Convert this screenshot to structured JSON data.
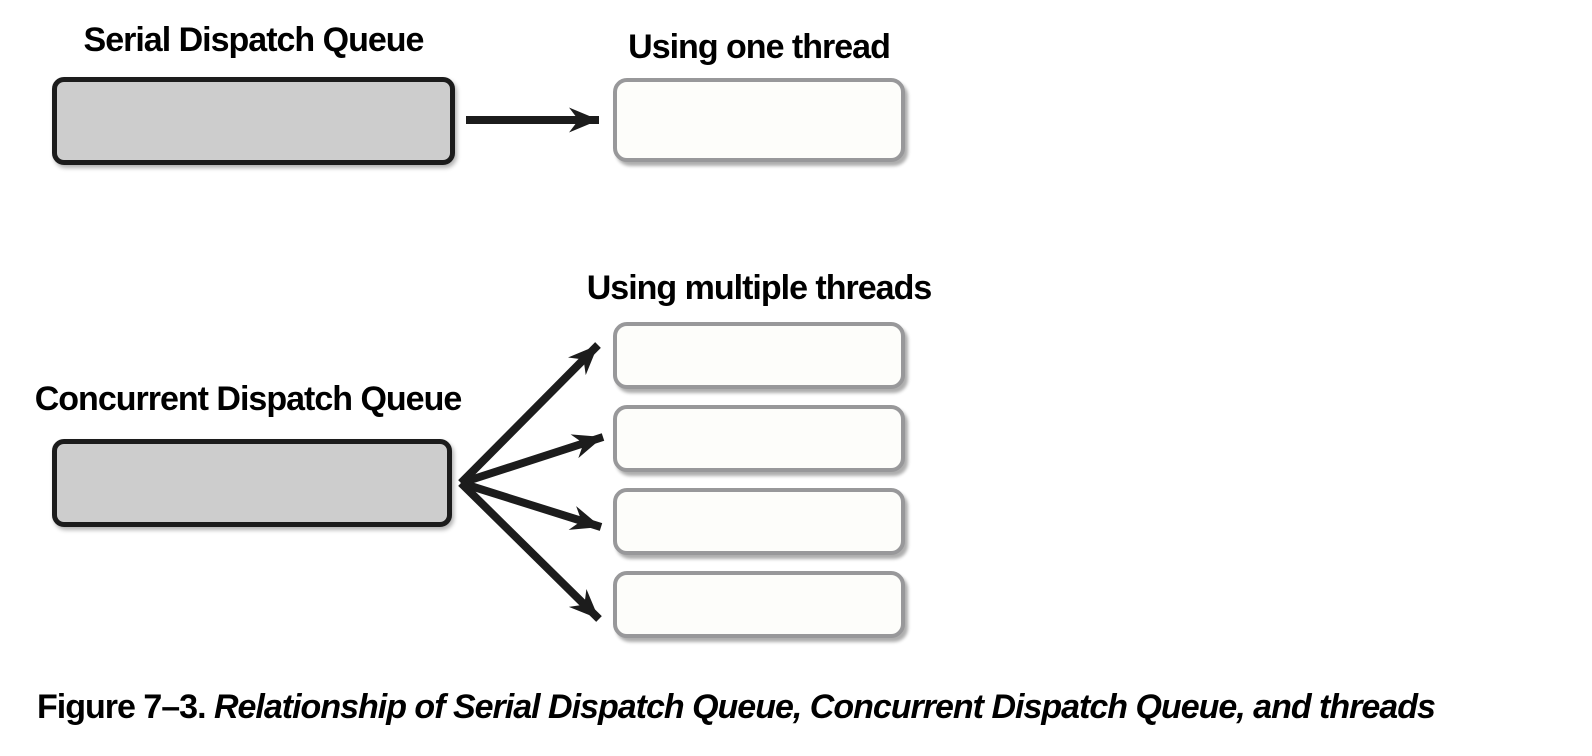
{
  "figure": {
    "serial": {
      "queue_label": "Serial Dispatch Queue",
      "thread_label": "Using one thread",
      "thread_box_count": 1
    },
    "concurrent": {
      "queue_label": "Concurrent Dispatch Queue",
      "thread_label": "Using multiple threads",
      "thread_box_count": 4
    },
    "caption": {
      "label": "Figure 7–3.",
      "text": "Relationship of Serial Dispatch Queue, Concurrent Dispatch Queue, and threads"
    },
    "colors": {
      "background": "#ffffff",
      "queue_box_fill": "#cdcdcd",
      "queue_box_border": "#1c1c1c",
      "thread_box_fill": "#fdfdfa",
      "thread_box_border": "#98989a",
      "arrow": "#1c1c1c",
      "text": "#000000"
    }
  }
}
